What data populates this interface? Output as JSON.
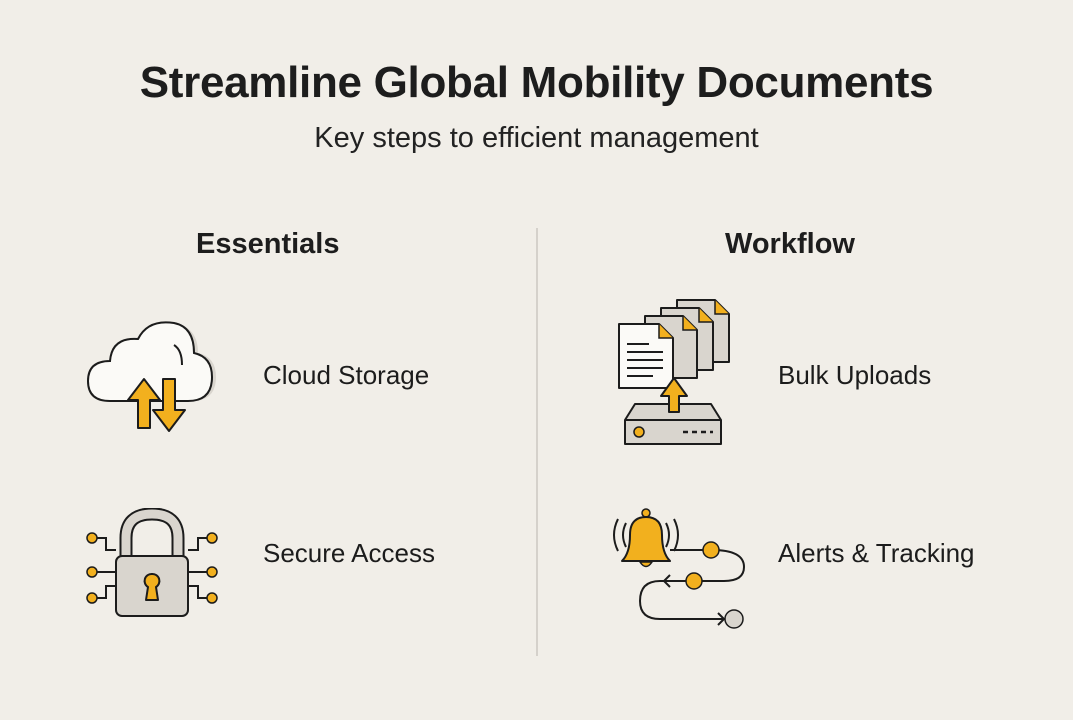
{
  "header": {
    "title": "Streamline Global Mobility Documents",
    "subtitle": "Key steps to efficient management"
  },
  "columns": [
    {
      "heading": "Essentials",
      "items": [
        {
          "label": "Cloud Storage",
          "icon": "cloud-sync-icon"
        },
        {
          "label": "Secure Access",
          "icon": "circuit-lock-icon"
        }
      ]
    },
    {
      "heading": "Workflow",
      "items": [
        {
          "label": "Bulk Uploads",
          "icon": "document-upload-server-icon"
        },
        {
          "label": "Alerts & Tracking",
          "icon": "bell-path-tracking-icon"
        }
      ]
    }
  ],
  "colors": {
    "background": "#f1eee8",
    "accent": "#f2b01e",
    "neutral_fill": "#d9d5ce",
    "stroke": "#1c1c1c",
    "divider": "#d5d1cb"
  }
}
